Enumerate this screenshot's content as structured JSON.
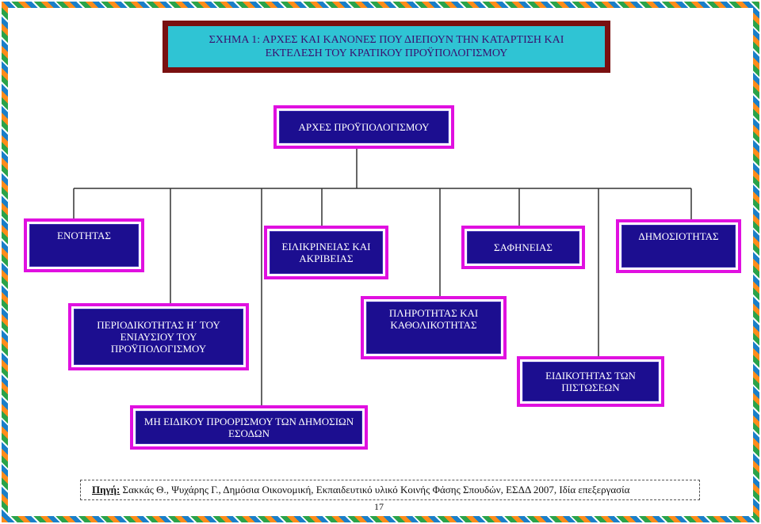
{
  "title": "ΣΧΗΜΑ 1: ΑΡΧΕΣ ΚΑΙ ΚΑΝΟΝΕΣ ΠΟΥ ΔΙΕΠΟΥΝ ΤΗΝ ΚΑΤΑΡΤΙΣΗ ΚΑΙ ΕΚΤΕΛΕΣΗ ΤΟΥ ΚΡΑΤΙΚΟΥ ΠΡΟΫΠΟΛΟΓΙΣΜΟΥ",
  "root": "ΑΡΧΕΣ ΠΡΟΫΠΟΛΟΓΙΣΜΟΥ",
  "principles": {
    "unity": "ΕΝΟΤΗΤΑΣ",
    "sincerity": "ΕΙΛΙΚΡΙΝΕΙΑΣ ΚΑΙ ΑΚΡΙΒΕΙΑΣ",
    "clarity": "ΣΑΦΗΝΕΙΑΣ",
    "publicity": "ΔΗΜΟΣΙΟΤΗΤΑΣ",
    "annuality": "ΠΕΡΙΟΔΙΚΟΤΗΤΑΣ Η΄ ΤΟΥ ΕΝΙΑΥΣΙΟΥ ΤΟΥ ΠΡΟΫΠΟΛΟΓΙΣΜΟΥ",
    "universality": "ΠΛΗΡΟΤΗΤΑΣ ΚΑΙ ΚΑΘΟΛΙΚΟΤΗΤΑΣ",
    "specificity": "ΕΙΔΙΚΟΤΗΤΑΣ ΤΩΝ ΠΙΣΤΩΣΕΩΝ",
    "non_assignment": "ΜΗ ΕΙΔΙΚΟΥ ΠΡΟΟΡΙΣΜΟΥ ΤΩΝ ΔΗΜΟΣΙΩΝ ΕΣΟΔΩΝ"
  },
  "source": {
    "label": "Πηγή:",
    "text": " Σακκάς Θ., Ψυχάρης Γ., Δημόσια Οικονομική, Εκπαιδευτικό υλικό Κοινής Φάσης Σπουδών, ΕΣΔΔ 2007, Ιδία επεξεργασία"
  },
  "page_number": "17",
  "colors": {
    "node_fill": "#1c0e90",
    "node_frame": "#e010e0",
    "title_fill": "#2fc4d4",
    "title_frame": "#7a1010"
  }
}
